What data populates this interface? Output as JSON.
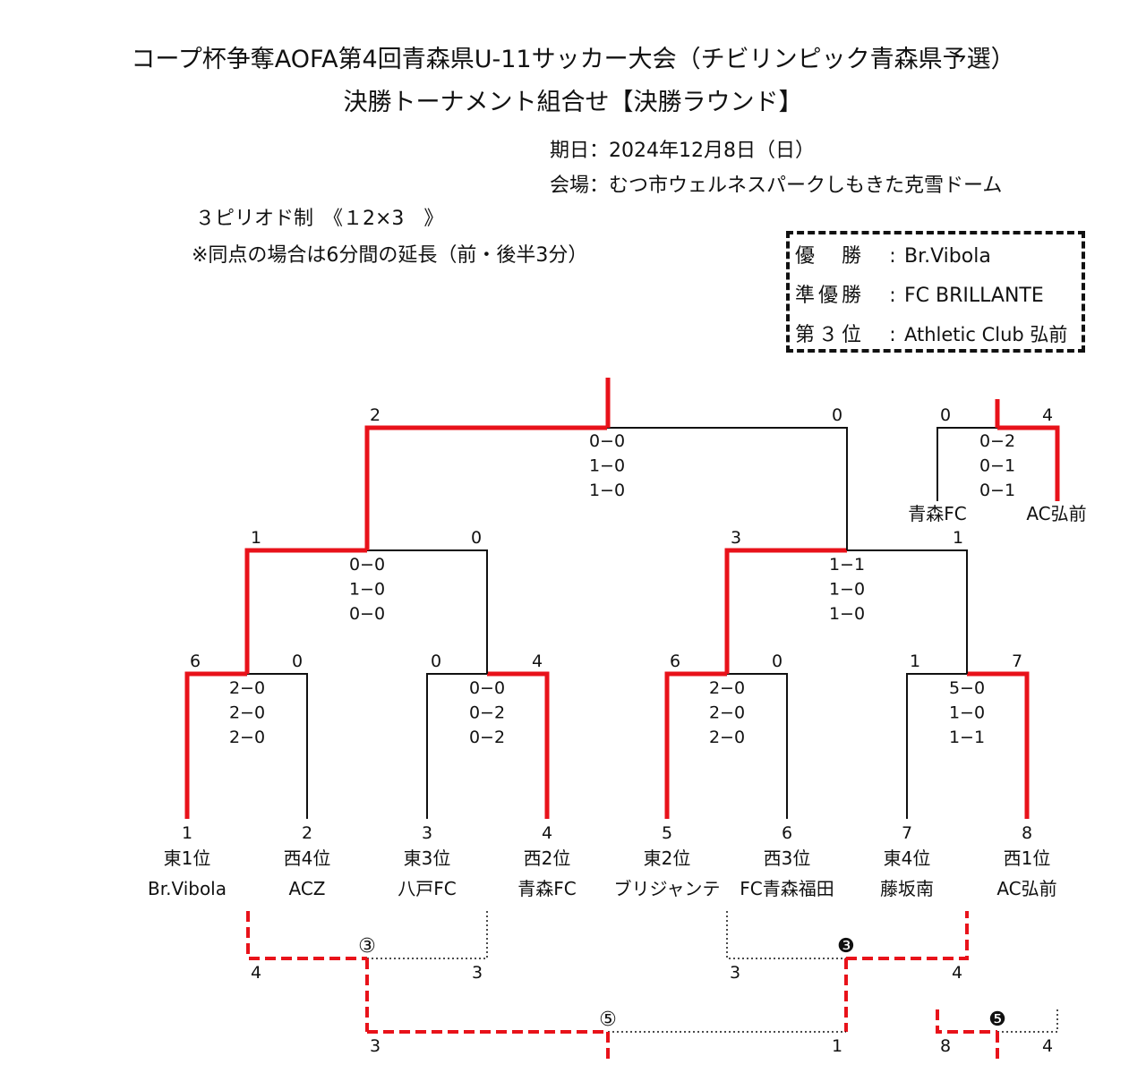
{
  "header": {
    "title_line1": "コープ杯争奪AOFA第4回青森県U-11サッカー大会（チビリンピック青森県予選）",
    "title_line2": "決勝トーナメント組合せ【決勝ラウンド】",
    "date": "期日：2024年12月8日（日）",
    "venue": "会場：むつ市ウェルネスパークしもきた克雪ドーム",
    "periods": "３ピリオド制　《１2×3　》",
    "overtime_note": "※同点の場合は6分間の延長（前・後半3分）"
  },
  "results": {
    "winner_label": "優　勝",
    "winner": "Br.Vibola",
    "runner_up_label": "準優勝",
    "runner_up": "FC BRILLANTE",
    "third_label": "第３位",
    "third": "Athletic Club 弘前",
    "colon": ":"
  },
  "colors": {
    "win_line": "#e8121a",
    "line": "#111111"
  },
  "teams": [
    {
      "num": "1",
      "seed": "東1位",
      "name": "Br.Vibola"
    },
    {
      "num": "2",
      "seed": "西4位",
      "name": "ACZ"
    },
    {
      "num": "3",
      "seed": "東3位",
      "name": "八戸FC"
    },
    {
      "num": "4",
      "seed": "西2位",
      "name": "青森FC"
    },
    {
      "num": "5",
      "seed": "東2位",
      "name": "ブリジャンテ"
    },
    {
      "num": "6",
      "seed": "西3位",
      "name": "FC青森福田"
    },
    {
      "num": "7",
      "seed": "東4位",
      "name": "藤坂南"
    },
    {
      "num": "8",
      "seed": "西1位",
      "name": "AC弘前"
    }
  ],
  "matches": {
    "qf1": {
      "left": "6",
      "right": "0",
      "periods": [
        "2−0",
        "2−0",
        "2−0"
      ]
    },
    "qf2": {
      "left": "0",
      "right": "4",
      "periods": [
        "0−0",
        "0−2",
        "0−2"
      ]
    },
    "qf3": {
      "left": "6",
      "right": "0",
      "periods": [
        "2−0",
        "2−0",
        "2−0"
      ]
    },
    "qf4": {
      "left": "1",
      "right": "7",
      "periods": [
        "5−0",
        "1−0",
        "1−1"
      ]
    },
    "sf1": {
      "left": "1",
      "right": "0",
      "periods": [
        "0−0",
        "1−0",
        "0−0"
      ]
    },
    "sf2": {
      "left": "3",
      "right": "1",
      "periods": [
        "1−1",
        "1−0",
        "1−0"
      ]
    },
    "final": {
      "left": "2",
      "right": "0",
      "periods": [
        "0−0",
        "1−0",
        "1−0"
      ]
    },
    "third_place": {
      "left": "0",
      "right": "4",
      "periods": [
        "0−2",
        "0−1",
        "0−1"
      ],
      "left_team": "青森FC",
      "right_team": "AC弘前"
    }
  },
  "placement": {
    "m3": {
      "mark": "③",
      "left": "4",
      "right": "3"
    },
    "m3b": {
      "mark": "❸",
      "left": "3",
      "right": "4"
    },
    "m5": {
      "mark": "⑤",
      "left": "3",
      "right": "1"
    },
    "m5b": {
      "mark": "❺",
      "left": "8",
      "right": "4"
    }
  }
}
